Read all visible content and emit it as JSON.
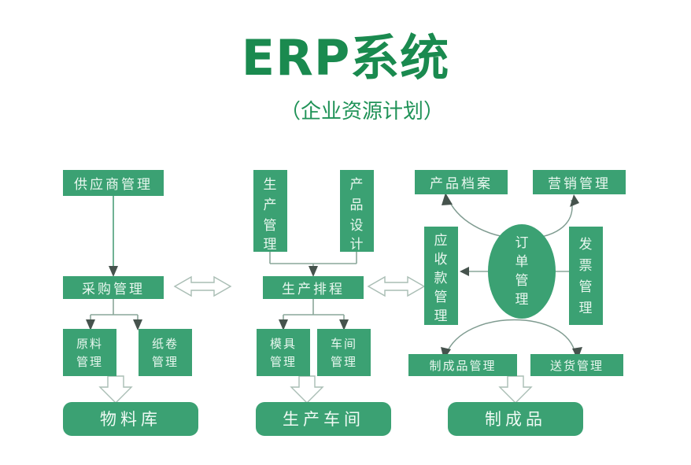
{
  "header": {
    "title": "ERP系统",
    "subtitle": "（企业资源计划）"
  },
  "theme": {
    "background": "#ffffff",
    "box_fill": "#3ba173",
    "box_text": "#e9f7ef",
    "title_color": "#1a8a4f",
    "connector_color": "#8aa79a",
    "block_arrow_fill": "#ffffff",
    "block_arrow_stroke": "#a9bdb4"
  },
  "diagram": {
    "type": "flowchart",
    "columns": [
      {
        "name": "procurement-column",
        "nodes": [
          "supplier-management",
          "purchase-management",
          "raw-material-management",
          "paper-roll-management",
          "material-warehouse"
        ]
      },
      {
        "name": "production-column",
        "nodes": [
          "production-management",
          "product-design",
          "production-scheduling",
          "mold-management",
          "workshop-management",
          "production-workshop"
        ]
      },
      {
        "name": "order-column",
        "nodes": [
          "product-archive",
          "marketing-management",
          "accounts-receivable-management",
          "order-management",
          "invoice-management",
          "finished-product-management",
          "delivery-management",
          "finished-products"
        ]
      }
    ],
    "nodes": {
      "supplier_management": "供应商管理",
      "purchase_management": "采购管理",
      "raw_material_management": "原料管理",
      "paper_roll_management": "纸卷管理",
      "material_warehouse": "物料库",
      "production_management": "生产管理",
      "product_design": "产品设计",
      "production_scheduling": "生产排程",
      "mold_management": "模具管理",
      "workshop_management": "车间管理",
      "production_workshop": "生产车间",
      "product_archive": "产品档案",
      "marketing_management": "营销管理",
      "accounts_receivable": "应收款管理",
      "order_management": "订单管理",
      "invoice_management": "发票管理",
      "finished_product_management": "制成品管理",
      "delivery_management": "送货管理",
      "finished_products": "制成品"
    },
    "vertical_nodes": {
      "production_management_chars": [
        "生",
        "产",
        "管",
        "理"
      ],
      "product_design_chars": [
        "产",
        "品",
        "设",
        "计"
      ],
      "accounts_receivable_chars": [
        "应",
        "收",
        "款",
        "管",
        "理"
      ],
      "order_management_chars": [
        "订",
        "单",
        "管",
        "理"
      ],
      "invoice_management_chars": [
        "发",
        "票",
        "管",
        "理"
      ]
    },
    "raw_material_lines": [
      "原料",
      "管理"
    ],
    "paper_roll_lines": [
      "纸卷",
      "管理"
    ],
    "mold_lines": [
      "模具",
      "管理"
    ],
    "workshop_lines": [
      "车间",
      "管理"
    ],
    "connectors": [
      {
        "name": "supplier-to-purchase",
        "kind": "arrow-down"
      },
      {
        "name": "purchase-to-materials",
        "kind": "fork-down"
      },
      {
        "name": "materials-to-warehouse",
        "kind": "block-arrow-down"
      },
      {
        "name": "production-to-scheduling",
        "kind": "merge-down"
      },
      {
        "name": "scheduling-to-shopfloor",
        "kind": "fork-down"
      },
      {
        "name": "shopfloor-to-workshop",
        "kind": "block-arrow-down"
      },
      {
        "name": "purchase-scheduling-link",
        "kind": "block-arrow-双向"
      },
      {
        "name": "scheduling-receivable-link",
        "kind": "block-arrow-双向"
      },
      {
        "name": "order-to-receivable",
        "kind": "arrow-left"
      },
      {
        "name": "order-to-invoice",
        "kind": "arrow-right"
      },
      {
        "name": "order-to-top-curve",
        "kind": "curve-up-both"
      },
      {
        "name": "order-to-bottom-curve",
        "kind": "curve-down-both"
      },
      {
        "name": "finished-to-product",
        "kind": "block-arrow-down"
      }
    ]
  }
}
